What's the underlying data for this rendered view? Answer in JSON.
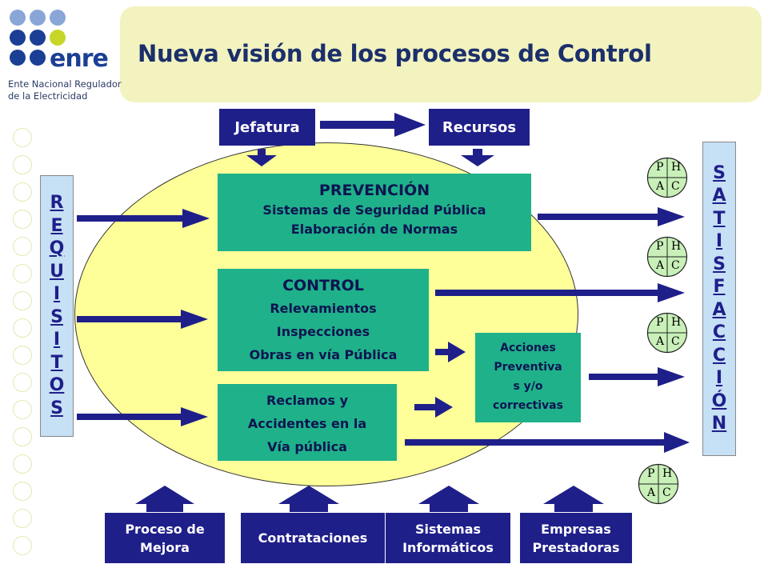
{
  "header": {
    "title": "Nueva visión de los procesos de Control",
    "logo_text": "enre",
    "logo_sub_line1": "Ente Nacional Regulador",
    "logo_sub_line2": "de la Electricidad",
    "logo_colors": {
      "primary": "#1b3f94",
      "light": "#8aa6d8",
      "accent": "#c7d629"
    }
  },
  "top_boxes": {
    "left": "Jefatura",
    "right": "Recursos"
  },
  "left_label": [
    "R",
    "E",
    "Q",
    "U",
    "I",
    "S",
    "I",
    "T",
    "O",
    "S"
  ],
  "right_label": [
    "S",
    "A",
    "T",
    "I",
    "S",
    "F",
    "A",
    "C",
    "C",
    "I",
    "Ó",
    "N"
  ],
  "center": {
    "prevencion": {
      "title": "PREVENCIÓN",
      "line1": "Sistemas de Seguridad Pública",
      "line2": "Elaboración de Normas"
    },
    "control": {
      "title": "CONTROL",
      "line1": "Relevamientos",
      "line2": "Inspecciones",
      "line3": "Obras en vía Pública"
    },
    "reclamos": {
      "line1": "Reclamos y",
      "line2": "Accidentes en la",
      "line3": "Vía pública"
    },
    "acciones": {
      "line1": "Acciones",
      "line2": "Preventiva",
      "line3": "s y/o",
      "line4": "correctivas"
    }
  },
  "bottom_boxes": {
    "b1_line1": "Proceso de",
    "b1_line2": "Mejora",
    "b2": "Contrataciones",
    "b3_line1": "Sistemas",
    "b3_line2": "Informáticos",
    "b4_line1": "Empresas",
    "b4_line2": "Prestadoras"
  },
  "pdca": {
    "p": "P",
    "h": "H",
    "a": "A",
    "c": "C"
  },
  "colors": {
    "navy": "#1f1f8a",
    "green": "#1fb18a",
    "ellipse": "#ffff99",
    "header_band": "#f3f3c0",
    "side_box": "#c6e0f5"
  }
}
